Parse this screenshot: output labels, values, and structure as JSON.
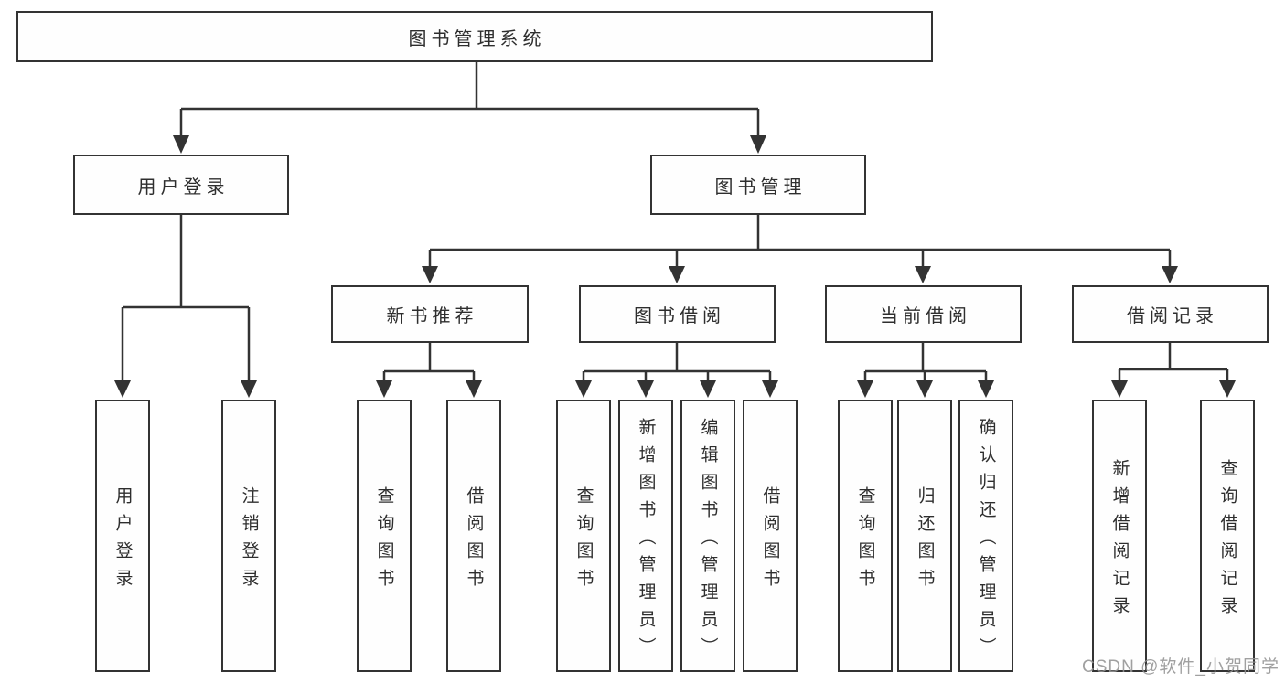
{
  "watermark": {
    "text": "CSDN @软件_小贺同学",
    "color": "#949494"
  },
  "diagram": {
    "type": "tree",
    "line_color": "#333333",
    "root": {
      "label": "图书管理系统"
    },
    "branches": [
      {
        "label": "用户登录",
        "leaves": [
          {
            "label": "用户登录"
          },
          {
            "label": "注销登录"
          }
        ]
      },
      {
        "label": "图书管理",
        "groups": [
          {
            "label": "新书推荐",
            "leaves": [
              {
                "label": "查询图书"
              },
              {
                "label": "借阅图书"
              }
            ]
          },
          {
            "label": "图书借阅",
            "leaves": [
              {
                "label": "查询图书"
              },
              {
                "label": "新增图书（管理员）"
              },
              {
                "label": "编辑图书（管理员）"
              },
              {
                "label": "借阅图书"
              }
            ]
          },
          {
            "label": "当前借阅",
            "leaves": [
              {
                "label": "查询图书"
              },
              {
                "label": "归还图书"
              },
              {
                "label": "确认归还（管理员）"
              }
            ]
          },
          {
            "label": "借阅记录",
            "leaves": [
              {
                "label": "新增借阅记录"
              },
              {
                "label": "查询借阅记录"
              }
            ]
          }
        ]
      }
    ]
  }
}
